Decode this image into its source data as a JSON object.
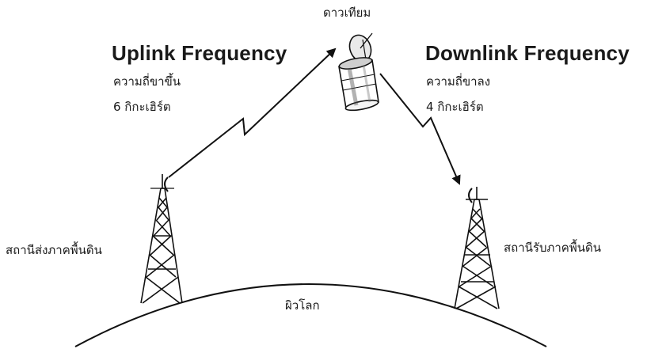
{
  "satellite": {
    "label": "ดาวเทียม"
  },
  "uplink": {
    "title": "Uplink Frequency",
    "subtitle": "ความถี่ขาขึ้น",
    "value": "6 กิกะเฮิร์ต"
  },
  "downlink": {
    "title": "Downlink Frequency",
    "subtitle": "ความถี่ขาลง",
    "value": "4 กิกะเฮิร์ต"
  },
  "sending_station": {
    "label": "สถานีส่งภาคพื้นดิน"
  },
  "receiving_station": {
    "label": "สถานีรับภาคพื้นดิน"
  },
  "earth": {
    "label": "ผิวโลก"
  }
}
